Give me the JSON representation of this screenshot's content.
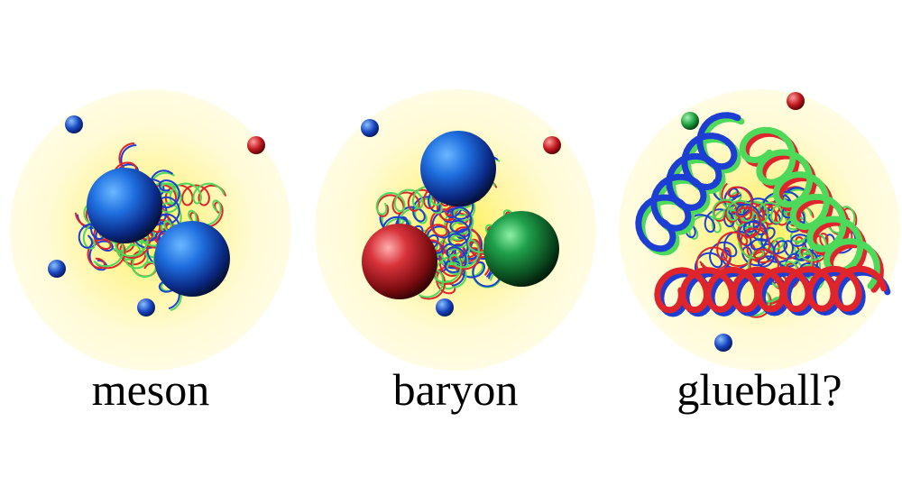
{
  "panels": [
    {
      "label": "meson",
      "quarks": [
        "blue",
        "blue"
      ],
      "gluon_style": "thin"
    },
    {
      "label": "baryon",
      "quarks": [
        "blue",
        "red",
        "green"
      ],
      "gluon_style": "thin"
    },
    {
      "label": "glueball?",
      "quarks": [],
      "gluon_style": "thick"
    }
  ],
  "colors": {
    "halo_outer": "#fffbd8",
    "halo_inner": "#fff06a",
    "quark_blue": "#1652c8",
    "quark_red": "#b01418",
    "quark_green": "#12863a",
    "gluon_red": "#e0242c",
    "gluon_blue": "#1d3ed2",
    "gluon_green": "#4dd95a"
  }
}
